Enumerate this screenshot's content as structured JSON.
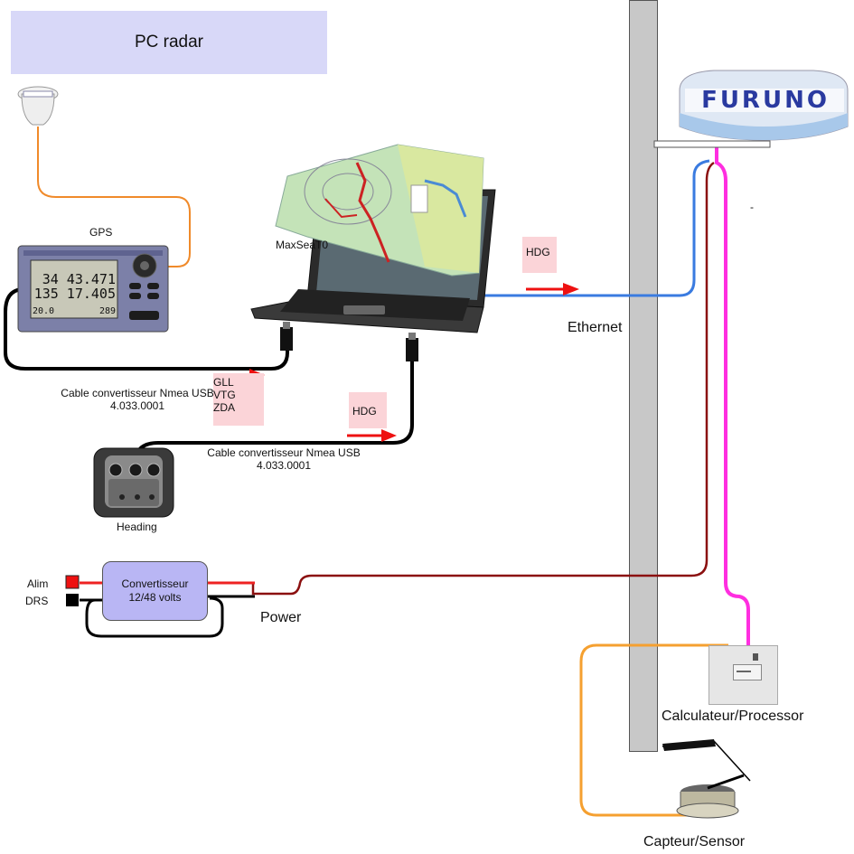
{
  "title": "PC radar",
  "labels": {
    "gps": "GPS",
    "maxsea": "MaxSeaT0",
    "ethernet": "Ethernet",
    "heading": "Heading",
    "power": "Power",
    "processor": "Calculateur/Processor",
    "sensor": "Capteur/Sensor",
    "alim": "Alim",
    "drs": "DRS",
    "dash": "-",
    "converter_line1": "Convertisseur",
    "converter_line2": "12/48 volts",
    "cable1_line1": "Cable convertisseur Nmea USB",
    "cable1_line2": "4.033.0001",
    "cable2_line1": "Cable convertisseur Nmea USB",
    "cable2_line2": "4.033.0001"
  },
  "nmea_sentences": [
    "GLL",
    "VTG",
    "ZDA"
  ],
  "hdg_labels": {
    "ethernet_link": "HDG",
    "heading_link": "HDG"
  },
  "brand": "FURUNO",
  "gps_display": {
    "line1": "34 43.471",
    "line2": "135 17.405",
    "bottom_left": "20.0",
    "bottom_right": "289"
  },
  "colors": {
    "title_box": "#d8d8f8",
    "gps_cable": "#f08a2a",
    "nmea_cable": "#000000",
    "ethernet_cable": "#3a7be0",
    "power_cable": "#8b1010",
    "radar_signal_cable": "#ff2ee0",
    "sensor_cable": "#f5a030",
    "arrow": "#ee1111",
    "converter": "#b9b6f4",
    "pink_label": "#fbd4d8"
  }
}
